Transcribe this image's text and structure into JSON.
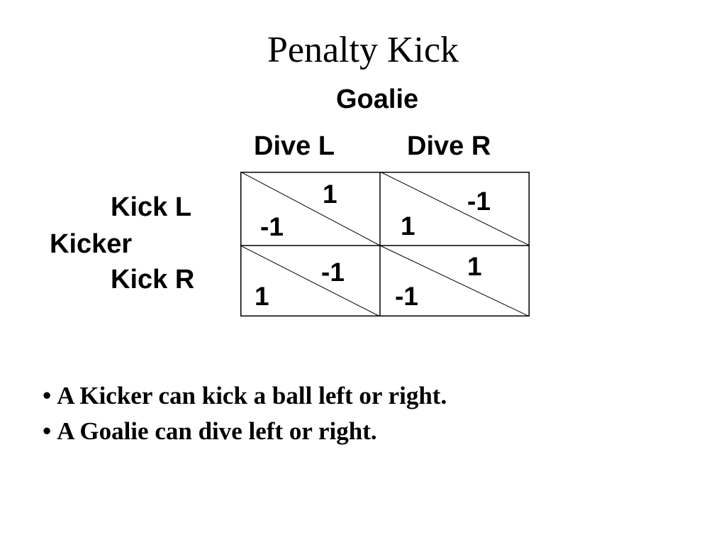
{
  "title": "Penalty Kick",
  "goalie": {
    "label": "Goalie",
    "strategies": [
      "Dive L",
      "Dive R"
    ]
  },
  "kicker": {
    "label": "Kicker",
    "strategies": [
      "Kick L",
      "Kick R"
    ]
  },
  "payoffs": {
    "kickL_diveL": {
      "kicker": "-1",
      "goalie": "1"
    },
    "kickL_diveR": {
      "kicker": "1",
      "goalie": "-1"
    },
    "kickR_diveL": {
      "kicker": "1",
      "goalie": "-1"
    },
    "kickR_diveR": {
      "kicker": "-1",
      "goalie": "1"
    }
  },
  "bullets": [
    "A Kicker can kick a ball left or right.",
    "A Goalie can dive left or right."
  ],
  "bullet_char": "•"
}
